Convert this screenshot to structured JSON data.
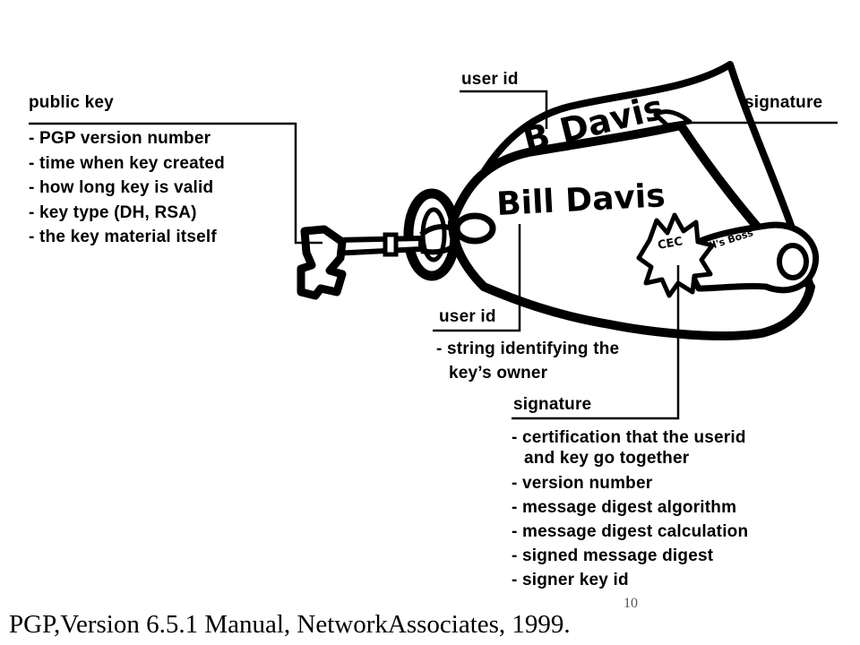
{
  "public_key": {
    "heading": "public key",
    "items": [
      "- PGP version number",
      "- time when key created",
      "- how long key is valid",
      "- key type (DH, RSA)",
      "- the key material itself"
    ]
  },
  "top_labels": {
    "user_id": "user id",
    "signature": "signature"
  },
  "tags": {
    "back_tag_name": "B Davis",
    "front_tag_name": "Bill Davis",
    "boss_tag_name": "Bill's Boss",
    "seal_text": "CEC"
  },
  "user_id": {
    "heading": "user id",
    "items": [
      "- string identifying the",
      "key’s owner"
    ]
  },
  "signature": {
    "heading": "signature",
    "items": [
      "- certification that the userid",
      "and key go together",
      "- version number",
      "- message digest algorithm",
      "- message digest calculation",
      "- signed message digest",
      "- signer key id"
    ]
  },
  "citation": "PGP,Version 6.5.1 Manual, NetworkAssociates, 1999.",
  "page_number": "10"
}
